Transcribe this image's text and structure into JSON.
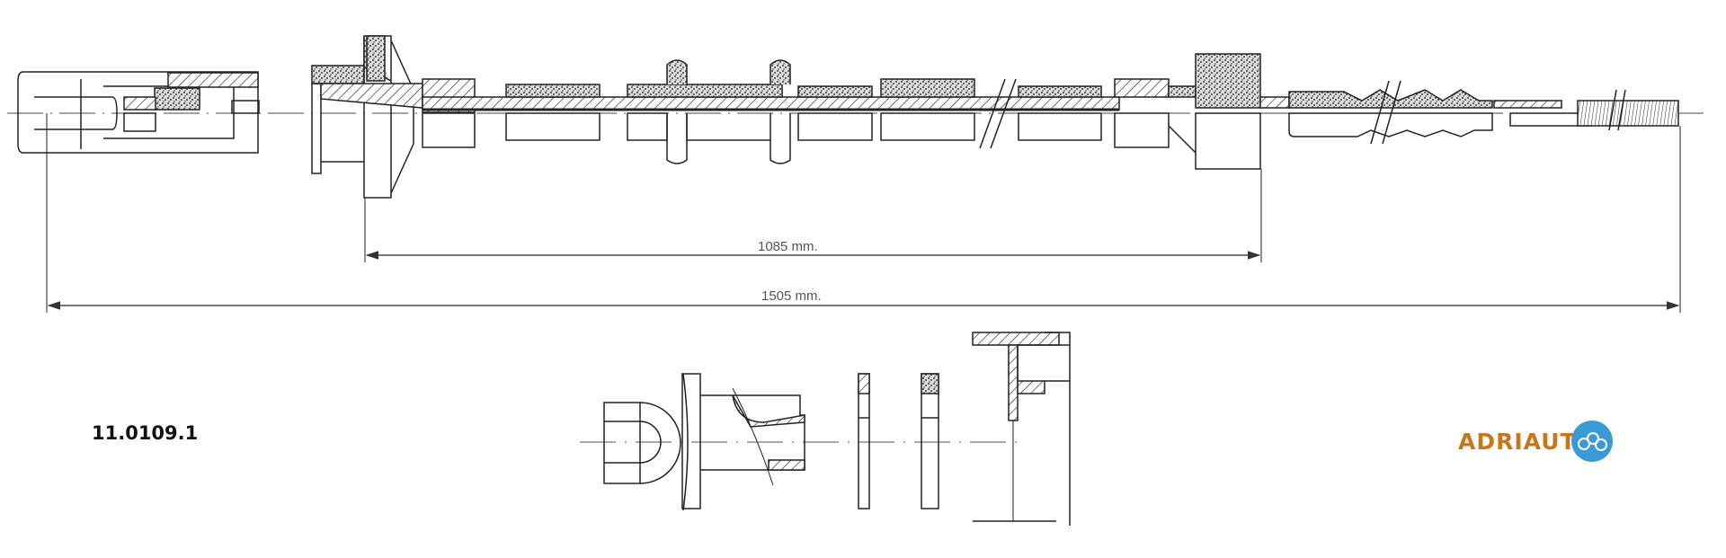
{
  "drawing": {
    "part_number": "11.0109.1",
    "dimensions": [
      {
        "label": "1085 mm.",
        "value_mm": 1085
      },
      {
        "label": "1505 mm.",
        "value_mm": 1505
      }
    ]
  },
  "logo": {
    "text": "ADRIAUT",
    "text_color": "#c8761c",
    "badge_color": "#3a9ad6"
  }
}
